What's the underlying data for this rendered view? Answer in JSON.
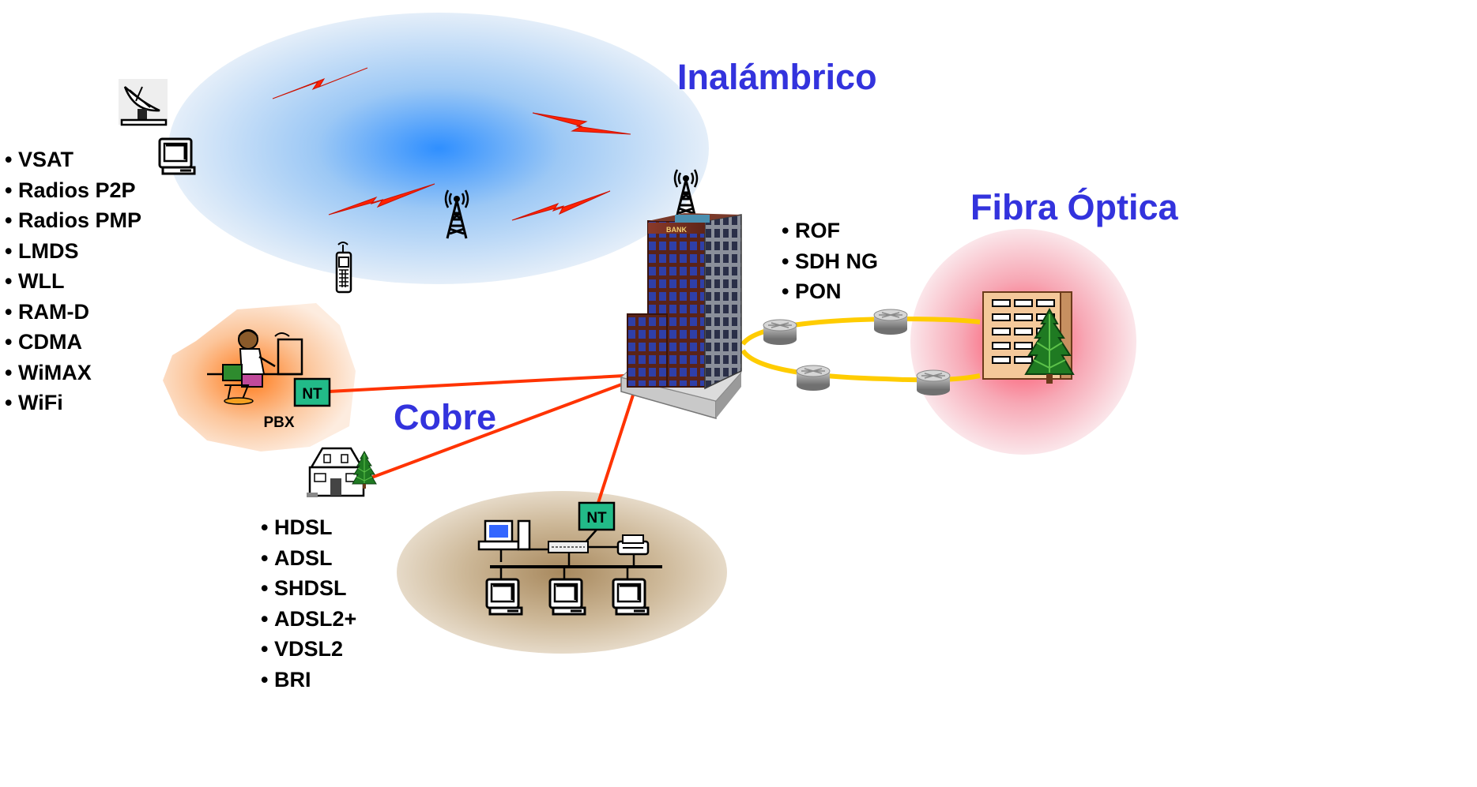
{
  "headings": {
    "wireless": "Inalámbrico",
    "fiber": "Fibra Óptica",
    "copper": "Cobre"
  },
  "wireless_technologies": [
    "VSAT",
    "Radios P2P",
    "Radios PMP",
    "LMDS",
    "WLL",
    "RAM-D",
    "CDMA",
    "WiMAX",
    "WiFi"
  ],
  "fiber_technologies": [
    "ROF",
    "SDH NG",
    "PON"
  ],
  "copper_technologies": [
    "HDSL",
    "ADSL",
    "SHDSL",
    "ADSL2+",
    "VDSL2",
    "BRI"
  ],
  "labels": {
    "nt": "NT",
    "pbx": "PBX",
    "building_sign": "BANK"
  },
  "colors": {
    "heading": "#3333dd",
    "wireless_cloud": "#3399ff",
    "fiber_cloud": "#ff6677",
    "pbx_cloud": "#ff9944",
    "lan_cloud": "#b8a080",
    "copper_link": "#ff3300",
    "lightning": "#ff2200",
    "fiber_ring": "#ffcc00",
    "nt_box": "#22bb88"
  },
  "icons": [
    "satellite-dish-icon",
    "computer-icon",
    "radio-tower-icon",
    "mobile-phone-icon",
    "office-building-icon",
    "operator-desk-icon",
    "house-icon",
    "router-icon",
    "apartment-building-icon",
    "tree-icon",
    "server-icon",
    "printer-icon",
    "network-hub-icon"
  ]
}
